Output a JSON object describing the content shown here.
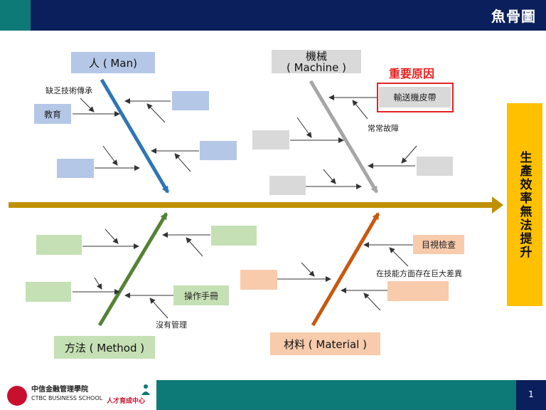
{
  "header": {
    "title": "魚骨圖"
  },
  "categories": {
    "man": "人 ( Man)",
    "machine_line1": "機械",
    "machine_line2": "( Machine )",
    "method": "方法 ( Method )",
    "material": "材料 ( Material )"
  },
  "causes": {
    "man_label": "缺乏技術傳承",
    "man_box": "教育",
    "machine_box": "輸送機皮帶",
    "machine_label": "常常故障",
    "method_box": "操作手冊",
    "method_label": "沒有管理",
    "material_box": "目視檢查",
    "material_label": "在技能方面存在巨大差異"
  },
  "key_cause": "重要原因",
  "result": "生產效率無法提升",
  "footer": {
    "school": "中信金融管理學院",
    "school_en": "CTBC BUSINESS SCHOOL",
    "tag": "人才育成中心",
    "page": "1"
  },
  "colors": {
    "header": "#0b1f5c",
    "accent": "#0e7a78",
    "spine": "#bf9000",
    "man_bone": "#2e75b6",
    "machine_bone": "#a6a6a6",
    "method_bone": "#548235",
    "material_bone": "#c55a11",
    "result": "#ffc000",
    "highlight": "#e52222"
  }
}
